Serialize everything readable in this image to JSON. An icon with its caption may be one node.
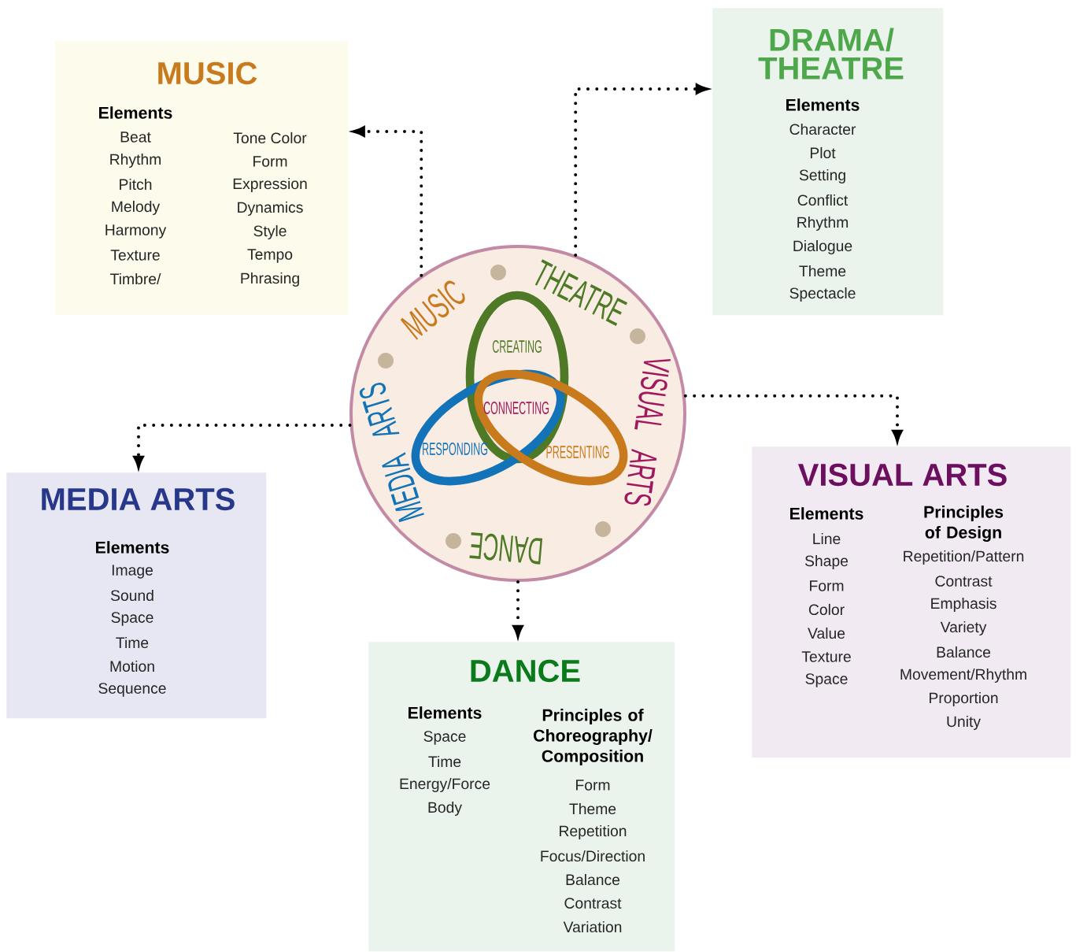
{
  "diagram": {
    "nodes": [
      {
        "text": [
          "MUSIC",
          "Elements",
          "Beat",
          "Rhythm",
          "Pitch",
          "Melody",
          "Harmony",
          "Texture",
          "Timbre/",
          "Tone Color",
          "Form",
          "Expression",
          "Dynamics",
          "Style",
          "Tempo",
          "Phrasing"
        ]
      },
      {
        "text": [
          "DRAMA/ THEATRE",
          "Elements",
          "Character",
          "Plot",
          "Setting",
          "Conflict",
          "Rhythm",
          "Dialogue",
          "Theme",
          "Spectacle"
        ]
      },
      {
        "text": [
          "MUSIC",
          "THEATRE",
          "VISUAL ARTS",
          "DANCE",
          "MEDIA ARTS"
        ]
      },
      {
        "text": [
          "CREATING"
        ],
        "in": 2
      },
      {
        "text": [
          "RESPONDING"
        ],
        "in": 2
      },
      {
        "text": [
          "PRESENTING"
        ],
        "in": 2
      },
      {
        "text": [
          "VISUAL ARTS",
          "Elements",
          "Line",
          "Shape",
          "Form",
          "Color",
          "Value",
          "Texture",
          "Space",
          "Principles of Design",
          "Repetition/Pattern",
          "Contrast",
          "Emphasis",
          "Variety",
          "Balance",
          "Movement/Rhythm",
          "Proportion",
          "Unity"
        ]
      },
      {
        "text": [
          "MEDIA ARTS",
          "Elements",
          "Image",
          "Sound",
          "Space",
          "Time",
          "Motion",
          "Sequence"
        ]
      },
      {
        "text": [
          "DANCE",
          "Elements",
          "Space",
          "Time",
          "Energy/Force",
          "Body",
          "Principles of Choreography/ Composition",
          "Form",
          "Theme",
          "Repetition",
          "Focus/Direction",
          "Balance",
          "Contrast",
          "Variation"
        ]
      }
    ],
    "edges": [
      {
        "from": 2,
        "to": 0,
        "arrow": "to"
      },
      {
        "from": 2,
        "to": 1,
        "arrow": "to"
      },
      {
        "from": 2,
        "to": 6,
        "arrow": "to"
      },
      {
        "from": 2,
        "to": 7,
        "arrow": "to"
      },
      {
        "from": 2,
        "to": 8,
        "arrow": "to"
      }
    ],
    "labels": [
      "CONNECTING"
    ]
  }
}
